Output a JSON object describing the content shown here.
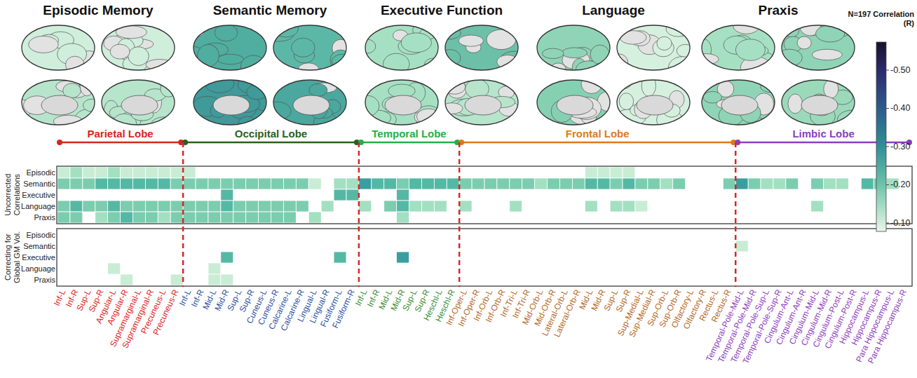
{
  "diagram": {
    "labels": [
      "Episodic Memory",
      "Semantic Memory",
      "Executive Function",
      "Language",
      "Praxis",
      "N=197 Correlation (R)",
      "-0.50",
      "-0.40",
      "-0.30",
      "-0.20",
      "-0.10",
      "Parietal Lobe",
      "Occipital Lobe",
      "Temporal Lobe",
      "Frontal Lobe",
      "Limbic Lobe",
      "Uncorrected Correlations",
      "Correcting for Global GM Vol.",
      "Episodic",
      "Semantic",
      "Executive",
      "Language",
      "Praxis",
      "Episodic",
      "Semantic",
      "Executive",
      "Language",
      "Praxis",
      "Inf-L",
      "Inf-R",
      "Sup-L",
      "Sup-R",
      "Angular-L",
      "Angular-R",
      "Supramarginal-L",
      "Supramarginal-R",
      "Precuneus-L",
      "Precuneus-R",
      "Inf-L",
      "Inf-R",
      "Mid-L",
      "Mid-R",
      "Sup-L",
      "Sup-R",
      "Cuneus-L",
      "Cuneus-R",
      "Calcarine-L",
      "Calcarine-R",
      "Lingual-L",
      "Lingual-R",
      "Fusiform-L",
      "Fusiform-R",
      "Inf-L",
      "Inf-R",
      "Mid-L",
      "Mid-R",
      "Sup-L",
      "Sup-R",
      "Heschl-L",
      "Heschl-R",
      "Inf-Oper-L",
      "Inf-Oper-R",
      "Inf-Orb-L",
      "Inf-Orb-R",
      "Inf-Tri-L",
      "Inf-Tri-R",
      "Mid-Orb-L",
      "Mid-Orb-R",
      "Lateral-Orb-L",
      "Lateral-Orb-R",
      "Mid-L",
      "Mid-R",
      "Sup-L",
      "Sup-R",
      "Sup-Medial-L",
      "Sup-Medial-R",
      "Sup-Orb-L",
      "Sup-Orb-R",
      "Olfactory-L",
      "Olfactory-R",
      "Rectus-L",
      "Rectus-R",
      "Temporal-Pole-Mid-L",
      "Temporal-Pole-Mid-R",
      "Temporal-Pole-Sup-L",
      "Temporal-Pole-Sup-R",
      "Cingulum-Ant-L",
      "Cingulum-Ant-R",
      "Cingulum-Mid-L",
      "Cingulum-Mid-R",
      "Cingulum-Post-L",
      "Cingulum-Post-R",
      "Hippocampus-L",
      "Hippocampus-R",
      "Para Hippocampus-L",
      "Para Hippocampus-R"
    ]
  }
}
